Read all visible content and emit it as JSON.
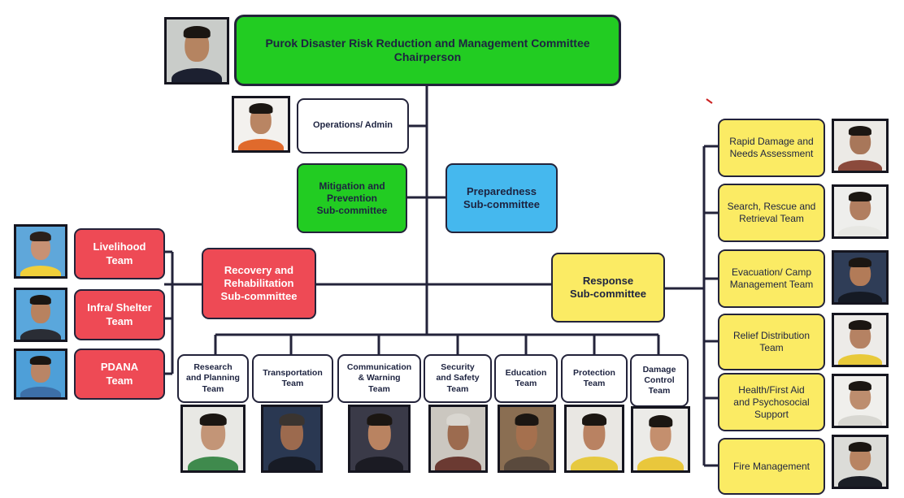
{
  "chairperson": {
    "label": "Purok Disaster Risk Reduction and Management Committee\nChairperson"
  },
  "operations": {
    "label": "Operations/ Admin"
  },
  "mitigation": {
    "label": "Mitigation and\nPrevention\nSub-committee"
  },
  "preparedness": {
    "label": "Preparedness\nSub-committee"
  },
  "recovery": {
    "label": "Recovery and\nRehabilitation\nSub-committee",
    "teams": [
      {
        "id": "livelihood",
        "label": "Livelihood\nTeam"
      },
      {
        "id": "infra-shelter",
        "label": "Infra/ Shelter\nTeam"
      },
      {
        "id": "pdana",
        "label": "PDANA\nTeam"
      }
    ]
  },
  "response": {
    "label": "Response\nSub-committee",
    "teams": [
      {
        "id": "rapid-damage",
        "label": "Rapid Damage and\nNeeds Assessment"
      },
      {
        "id": "search-rescue",
        "label": "Search, Rescue and\nRetrieval Team"
      },
      {
        "id": "evacuation",
        "label": "Evacuation/ Camp\nManagement Team"
      },
      {
        "id": "relief",
        "label": "Relief Distribution\nTeam"
      },
      {
        "id": "health",
        "label": "Health/First Aid\nand Psychosocial\nSupport"
      },
      {
        "id": "fire",
        "label": "Fire Management"
      }
    ]
  },
  "bottom_teams": [
    {
      "id": "research-planning",
      "label": "Research\nand Planning\nTeam"
    },
    {
      "id": "transportation",
      "label": "Transportation\nTeam"
    },
    {
      "id": "communication",
      "label": "Communication\n& Warning\nTeam"
    },
    {
      "id": "security",
      "label": "Security\nand Safety\nTeam"
    },
    {
      "id": "education",
      "label": "Education\nTeam"
    },
    {
      "id": "protection",
      "label": "Protection\nTeam"
    },
    {
      "id": "damage-control",
      "label": "Damage\nControl\nTeam"
    }
  ],
  "colors": {
    "green": "#22cc22",
    "blue": "#45b8ee",
    "red": "#ee4a55",
    "yellow": "#fbeb64",
    "connector": "#23233a"
  }
}
